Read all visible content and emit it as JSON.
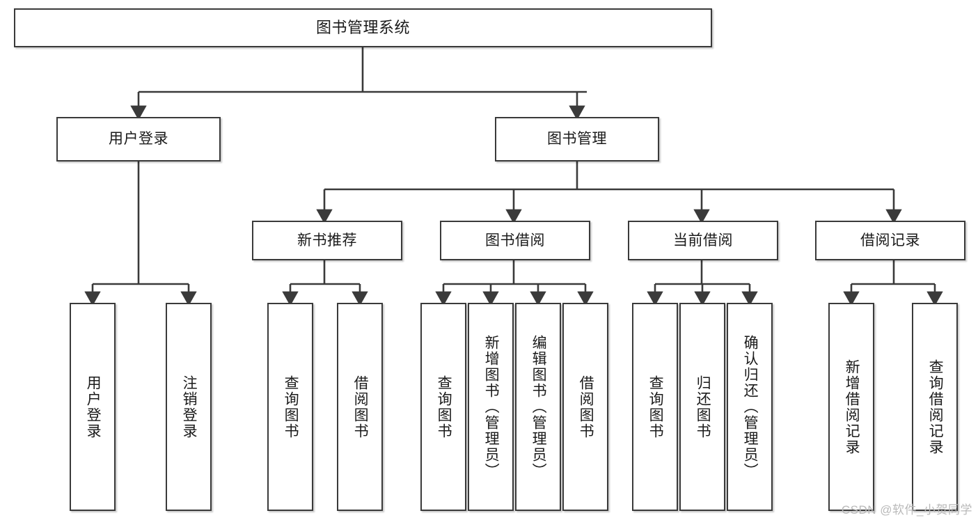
{
  "diagram": {
    "title": "图书管理系统",
    "type": "tree-hierarchy-chart",
    "colors": {
      "background": "#ffffff",
      "box_border": "#3a3a3a",
      "box_fill": "#ffffff",
      "connector": "#3a3a3a",
      "text": "#1a1a1a",
      "watermark": "#b9b9b9"
    },
    "root": {
      "label": "图书管理系统"
    },
    "level2": [
      {
        "label": "用户登录"
      },
      {
        "label": "图书管理"
      }
    ],
    "level3": [
      {
        "label": "新书推荐"
      },
      {
        "label": "图书借阅"
      },
      {
        "label": "当前借阅"
      },
      {
        "label": "借阅记录"
      }
    ],
    "leaves": {
      "user_login": [
        {
          "label": "用户登录"
        },
        {
          "label": "注销登录"
        }
      ],
      "new_book_recommend": [
        {
          "label": "查询图书"
        },
        {
          "label": "借阅图书"
        }
      ],
      "book_borrow": [
        {
          "label": "查询图书"
        },
        {
          "label": "新增图书（管理员）"
        },
        {
          "label": "编辑图书（管理员）"
        },
        {
          "label": "借阅图书"
        }
      ],
      "current_borrow": [
        {
          "label": "查询图书"
        },
        {
          "label": "归还图书"
        },
        {
          "label": "确认归还（管理员）"
        }
      ],
      "borrow_record": [
        {
          "label": "新增借阅记录"
        },
        {
          "label": "查询借阅记录"
        }
      ]
    },
    "watermark": "CSDN @软件_小贺同学"
  }
}
